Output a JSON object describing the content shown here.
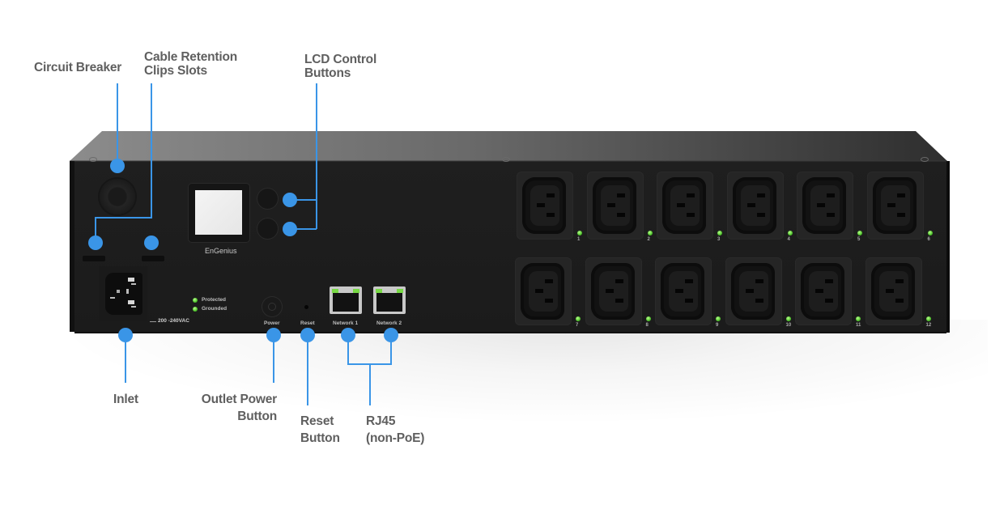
{
  "product": {
    "brand_logo": "EnGenius",
    "voltage_label": "200 -240VAC",
    "status_leds": [
      {
        "label": "Protected",
        "color": "#4fc42c"
      },
      {
        "label": "Grounded",
        "color": "#4fc42c"
      }
    ],
    "button_labels": {
      "power": "Power",
      "reset": "Reset"
    },
    "network_ports": [
      {
        "label": "Network 1"
      },
      {
        "label": "Network 2"
      }
    ],
    "outlets": [
      {
        "number": "1"
      },
      {
        "number": "2"
      },
      {
        "number": "3"
      },
      {
        "number": "4"
      },
      {
        "number": "5"
      },
      {
        "number": "6"
      },
      {
        "number": "7"
      },
      {
        "number": "8"
      },
      {
        "number": "9"
      },
      {
        "number": "10"
      },
      {
        "number": "11"
      },
      {
        "number": "12"
      }
    ]
  },
  "callouts": {
    "circuit_breaker": "Circuit Breaker",
    "cable_retention_line1": "Cable Retention",
    "cable_retention_line2": "Clips Slots",
    "lcd_buttons_line1": "LCD Control",
    "lcd_buttons_line2": "Buttons",
    "inlet": "Inlet",
    "outlet_power_line1": "Outlet Power",
    "outlet_power_line2": "Button",
    "reset_line1": "Reset",
    "reset_line2": "Button",
    "rj45_line1": "RJ45",
    "rj45_line2": "(non-PoE)"
  },
  "colors": {
    "callout_accent": "#3a95e7",
    "label_text": "#5f5f5f",
    "chassis": "#1d1d1d"
  }
}
